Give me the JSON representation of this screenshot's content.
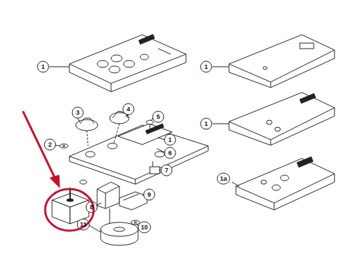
{
  "diagram": {
    "labels": [
      "1",
      "3",
      "4",
      "5",
      "2",
      "1",
      "6",
      "7",
      "9",
      "8",
      "11",
      "10",
      "1",
      "1",
      "1a"
    ]
  }
}
